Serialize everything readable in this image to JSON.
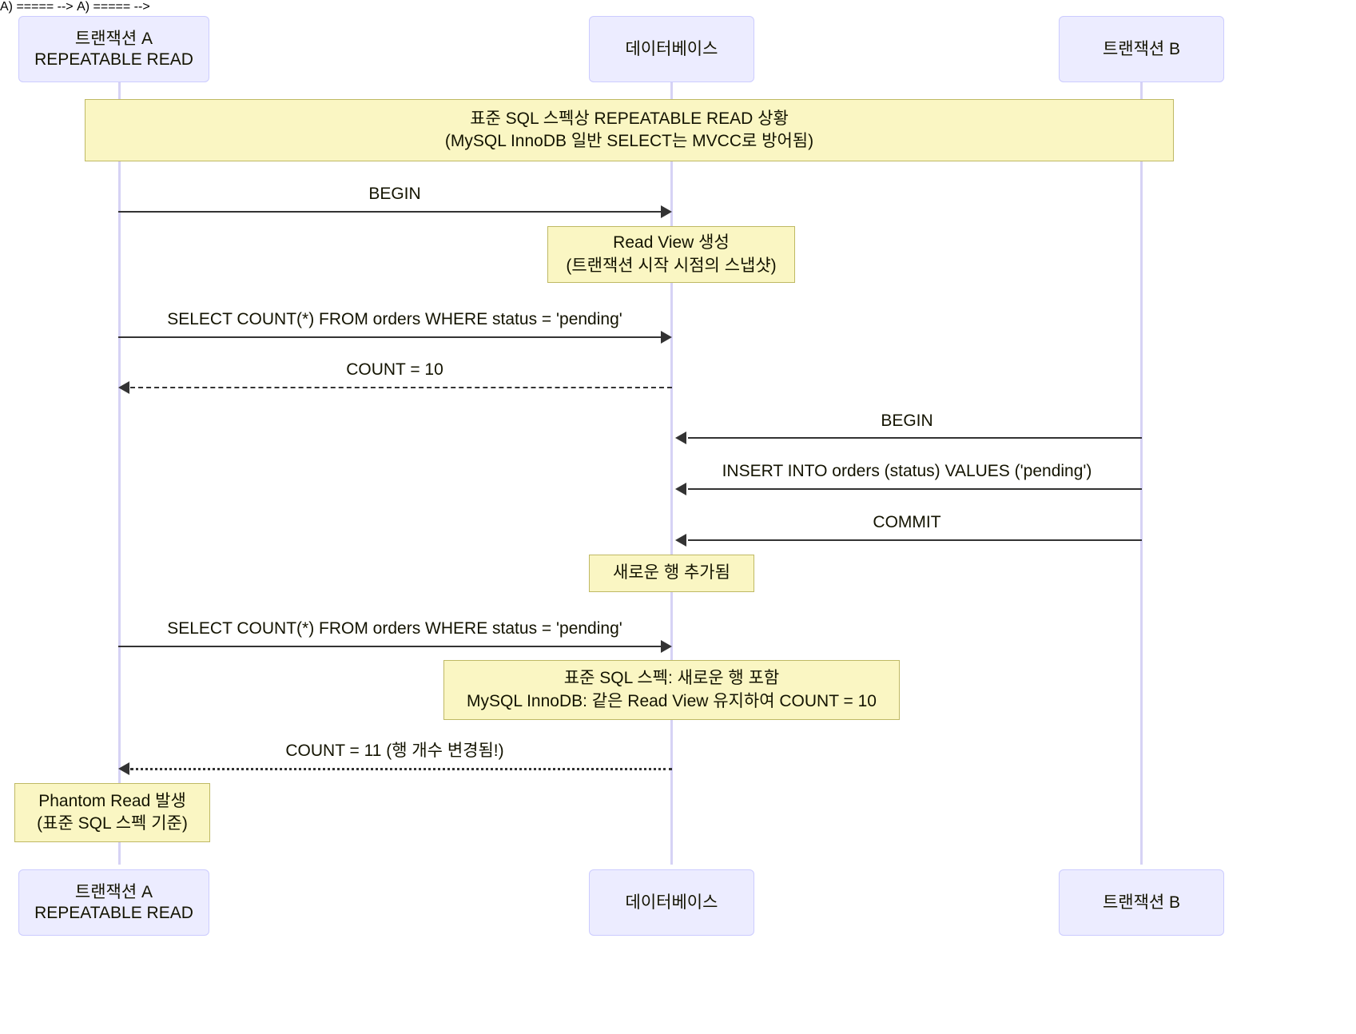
{
  "diagram": {
    "type": "sequence-diagram",
    "title": "",
    "colors": {
      "actor_fill": "#ECECFF",
      "actor_stroke": "#CCCCFF",
      "note_fill": "#FAF6C3",
      "note_stroke": "#BFB964",
      "line": "#333333",
      "lifeline": "#d6d2f5",
      "background": "#ffffff"
    }
  },
  "participants": [
    {
      "id": "txA",
      "label": "트랜잭션 A\nREPEATABLE READ"
    },
    {
      "id": "db",
      "label": "데이터베이스"
    },
    {
      "id": "txB",
      "label": "트랜잭션 B"
    }
  ],
  "participants_bottom": [
    {
      "id": "txA",
      "label": "트랜잭션 A\nREPEATABLE READ"
    },
    {
      "id": "db",
      "label": "데이터베이스"
    },
    {
      "id": "txB",
      "label": "트랜잭션 B"
    }
  ],
  "notes": [
    {
      "id": "note-spec-overview",
      "over": "txA,txB",
      "text": "표준 SQL 스펙상 REPEATABLE READ 상황\n(MySQL InnoDB 일반 SELECT는 MVCC로 방어됨)"
    },
    {
      "id": "note-read-view",
      "over": "db",
      "text": "Read View 생성\n(트랜잭션 시작 시점의 스냅샷)"
    },
    {
      "id": "note-new-row",
      "over": "db",
      "text": "새로운 행 추가됨"
    },
    {
      "id": "note-spec-compare",
      "over": "db",
      "text": "표준 SQL 스펙: 새로운 행 포함\nMySQL InnoDB: 같은 Read View 유지하여 COUNT = 10"
    },
    {
      "id": "note-phantom-read",
      "over": "txA",
      "text": "Phantom Read 발생\n(표준 SQL 스펙 기준)"
    }
  ],
  "messages": [
    {
      "id": "msg-begin-a",
      "from": "txA",
      "to": "db",
      "label": "BEGIN",
      "style": "solid",
      "arrow": "right"
    },
    {
      "id": "msg-select-1",
      "from": "txA",
      "to": "db",
      "label": "SELECT COUNT(*) FROM orders WHERE status = 'pending'",
      "style": "solid",
      "arrow": "right"
    },
    {
      "id": "msg-count-10",
      "from": "db",
      "to": "txA",
      "label": "COUNT = 10",
      "style": "dashed",
      "arrow": "left"
    },
    {
      "id": "msg-begin-b",
      "from": "txB",
      "to": "db",
      "label": "BEGIN",
      "style": "solid",
      "arrow": "left"
    },
    {
      "id": "msg-insert",
      "from": "txB",
      "to": "db",
      "label": "INSERT INTO orders (status) VALUES ('pending')",
      "style": "solid",
      "arrow": "left"
    },
    {
      "id": "msg-commit",
      "from": "txB",
      "to": "db",
      "label": "COMMIT",
      "style": "solid",
      "arrow": "left"
    },
    {
      "id": "msg-select-2",
      "from": "txA",
      "to": "db",
      "label": "SELECT COUNT(*) FROM orders WHERE status = 'pending'",
      "style": "solid",
      "arrow": "right"
    },
    {
      "id": "msg-count-11",
      "from": "db",
      "to": "txA",
      "label": "COUNT = 11 (행 개수 변경됨!)",
      "style": "dotted",
      "arrow": "left"
    }
  ]
}
